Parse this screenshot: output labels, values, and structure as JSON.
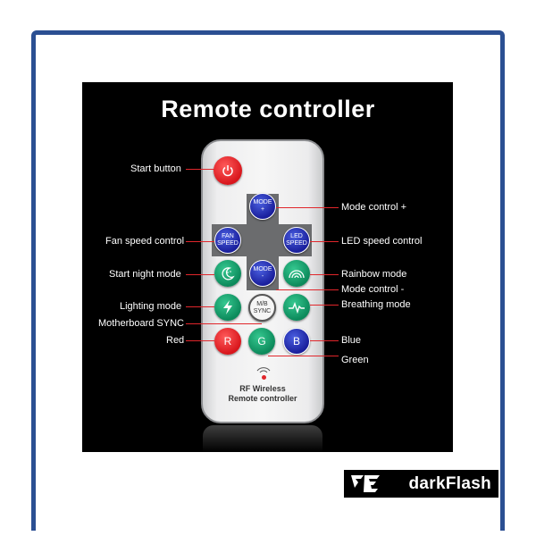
{
  "title": "Remote controller",
  "buttons": {
    "power": "",
    "mode_plus": "MODE\n+",
    "fan_speed": "FAN\nSPEED",
    "led_speed": "LED\nSPEED",
    "mode_minus": "MODE\n-",
    "mb_sync": "M/B\nSYNC",
    "red": "R",
    "green": "G",
    "blue": "B"
  },
  "labels": {
    "start_button": "Start button",
    "mode_control_plus": "Mode control +",
    "fan_speed_control": "Fan speed control",
    "led_speed_control": "LED speed control",
    "start_night_mode": "Start night mode",
    "rainbow_mode": "Rainbow mode",
    "mode_control_minus": "Mode control -",
    "lighting_mode": "Lighting mode",
    "breathing_mode": "Breathing mode",
    "motherboard_sync": "Motherboard SYNC",
    "red": "Red",
    "blue": "Blue",
    "green": "Green"
  },
  "rf": {
    "line1": "RF Wireless",
    "line2": "Remote controller"
  },
  "brand": "darkFlash",
  "colors": {
    "frame": "#2b4f92",
    "accent_red": "#e0262b",
    "button_blue": "#1a1f9c",
    "button_green": "#0c8a5b"
  }
}
